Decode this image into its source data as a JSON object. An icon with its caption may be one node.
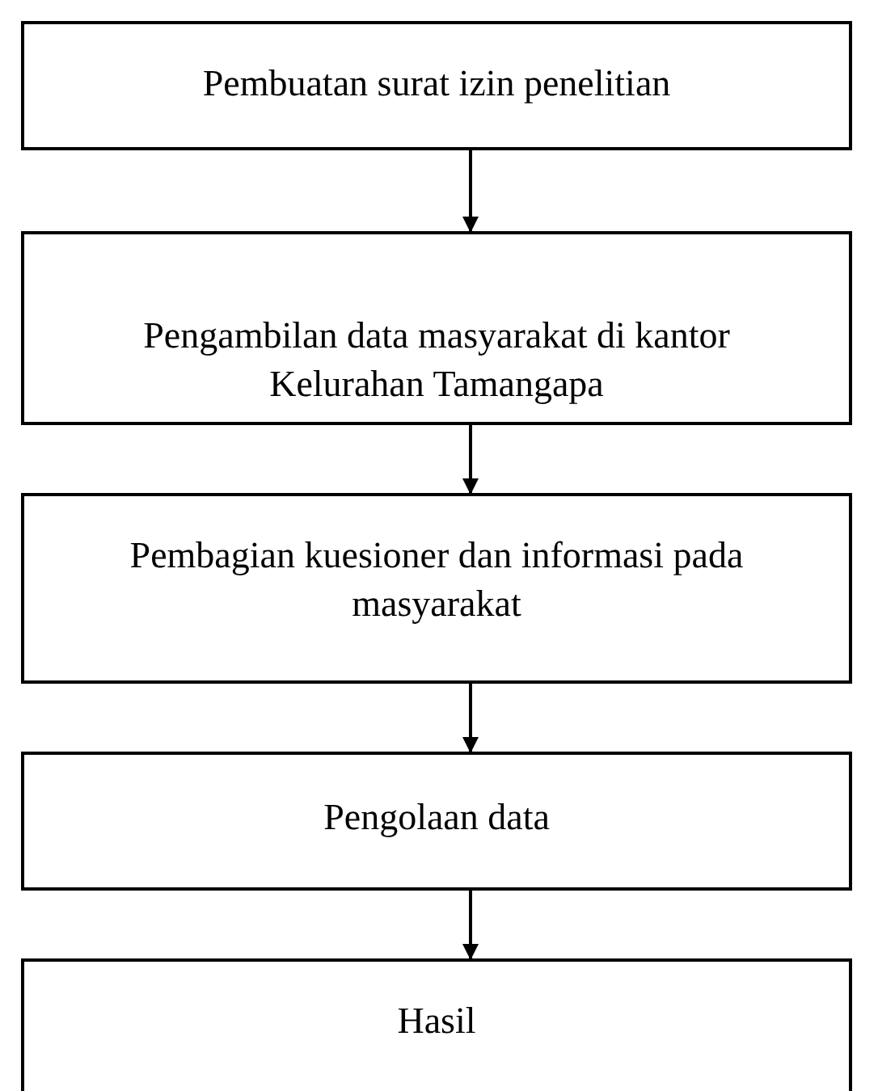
{
  "diagram": {
    "nodes": [
      {
        "text": [
          "Pembuatan surat izin penelitian"
        ]
      },
      {
        "text": [
          "Pengambilan data masyarakat di kantor Kelurahan Tamangapa"
        ]
      },
      {
        "text": [
          "Pembagian kuesioner dan informasi pada masyarakat"
        ]
      },
      {
        "text": [
          "Pengolaan data"
        ]
      },
      {
        "text": [
          "Hasil"
        ]
      }
    ],
    "edges": [
      {
        "from": 0,
        "to": 1,
        "arrow": "to"
      },
      {
        "from": 1,
        "to": 2,
        "arrow": "to"
      },
      {
        "from": 2,
        "to": 3,
        "arrow": "to"
      },
      {
        "from": 3,
        "to": 4,
        "arrow": "to"
      }
    ]
  }
}
